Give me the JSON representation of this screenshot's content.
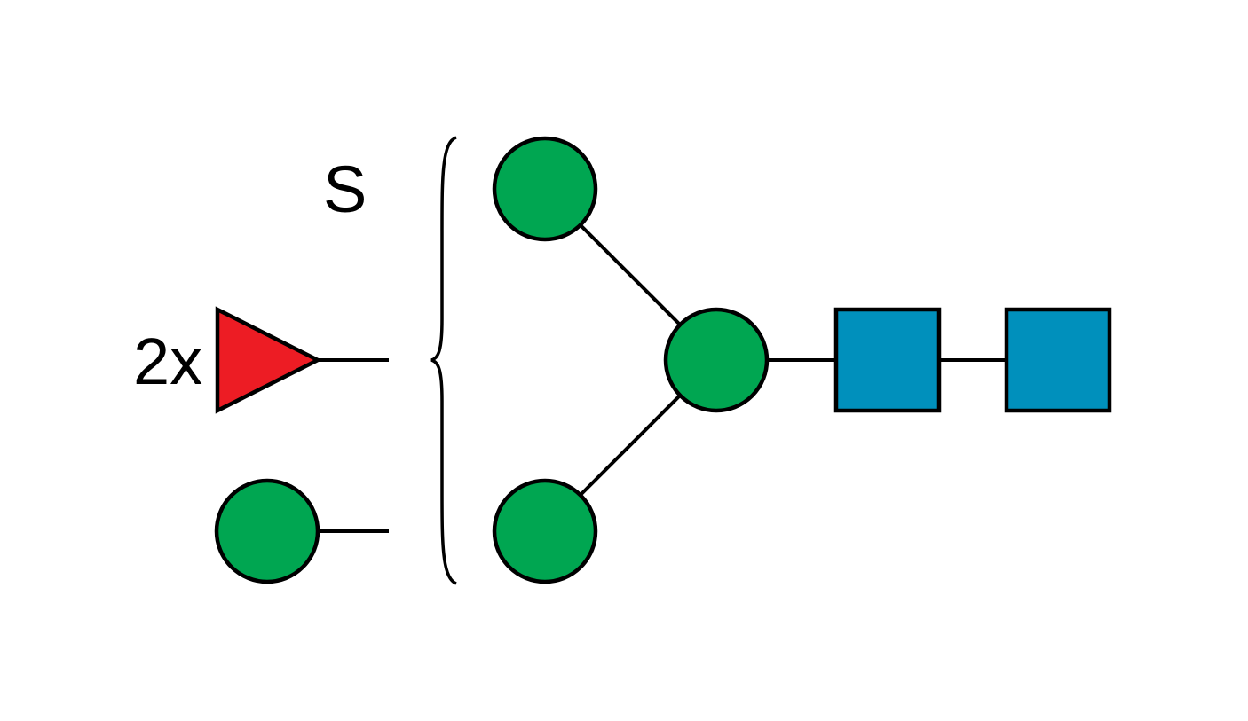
{
  "diagram": {
    "type": "glycan-snfg",
    "labels": {
      "fuc_count": "2x",
      "sulfate": "S"
    },
    "colors": {
      "mannose_green": "#00A651",
      "glcnac_blue": "#0090BC",
      "fucose_red": "#ED1C24",
      "outline": "#000000"
    },
    "residues": [
      {
        "id": "glcnac-reducing",
        "shape": "square",
        "color_key": "glcnac_blue"
      },
      {
        "id": "glcnac-2",
        "shape": "square",
        "color_key": "glcnac_blue"
      },
      {
        "id": "mannose-core",
        "shape": "circle",
        "color_key": "mannose_green"
      },
      {
        "id": "mannose-upper",
        "shape": "circle",
        "color_key": "mannose_green"
      },
      {
        "id": "mannose-lower",
        "shape": "circle",
        "color_key": "mannose_green"
      },
      {
        "id": "fucose-floating",
        "shape": "triangle",
        "color_key": "fucose_red"
      },
      {
        "id": "mannose-floating",
        "shape": "circle",
        "color_key": "mannose_green"
      }
    ]
  }
}
